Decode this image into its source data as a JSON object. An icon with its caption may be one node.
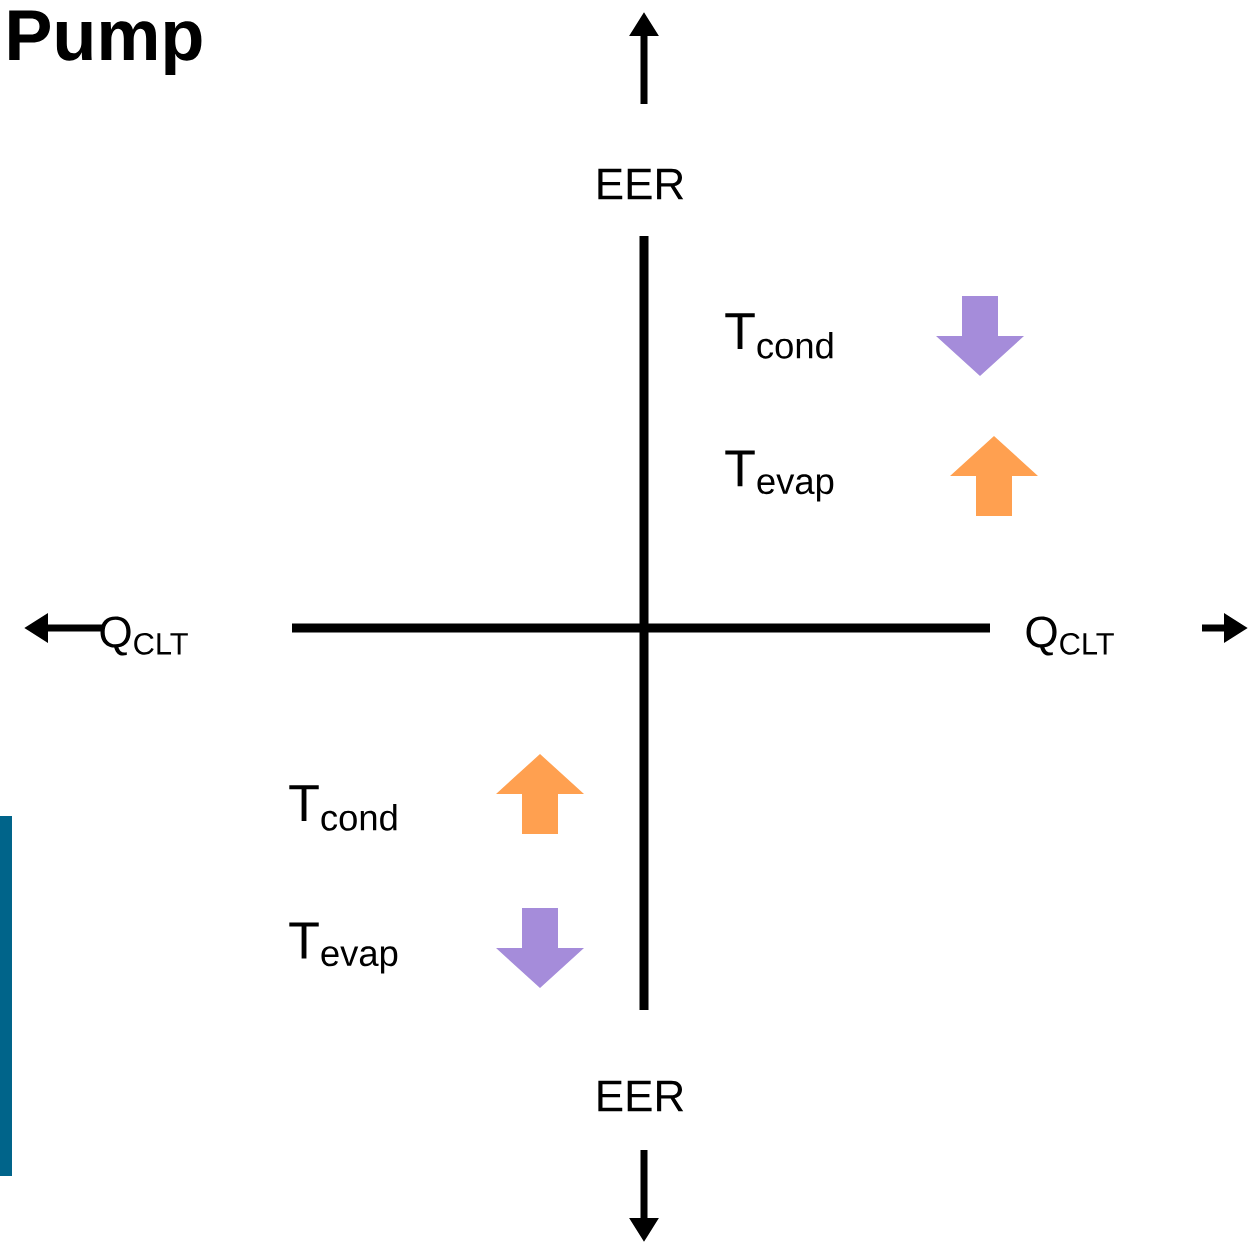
{
  "diagram": {
    "title": "Pump",
    "labels": [
      "EER",
      "T$_{cond}$",
      "T$_{evap}$",
      "Q$_{CLT}$",
      "Q$_{CLT}$",
      "T$_{cond}$",
      "T$_{evap}$",
      "EER"
    ]
  }
}
